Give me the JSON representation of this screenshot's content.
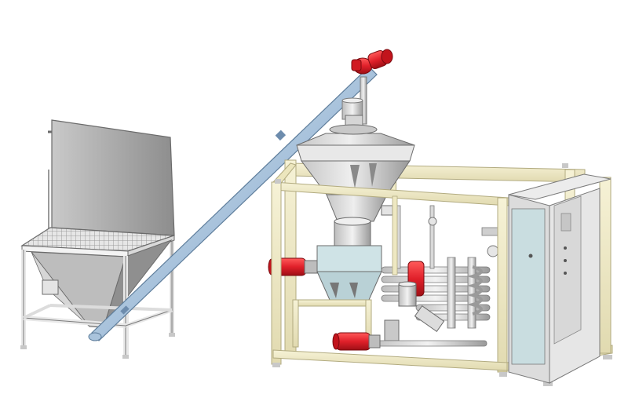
{
  "scene": {
    "background": "#ffffff",
    "colors": {
      "frame": "#f1ecc9",
      "frame_edge": "#b9b38a",
      "steel_light": "#e2e2e2",
      "steel_mid": "#bdbdbd",
      "steel_dark": "#8e8e8e",
      "auger_tube": "#a9c3dc",
      "motor_red": "#e0202a",
      "cabinet": "#dcdcdc",
      "cabinet_panel": "#c9dde0",
      "outline": "#6b6b6b"
    },
    "components": [
      {
        "id": "hopper-lid",
        "icon": "hopper-lid"
      },
      {
        "id": "hopper-grate",
        "icon": "grate"
      },
      {
        "id": "hopper-stand",
        "icon": "stand"
      },
      {
        "id": "inclined-screw-conveyor",
        "icon": "auger"
      },
      {
        "id": "conveyor-drive-motor",
        "icon": "motor"
      },
      {
        "id": "cone-mixing-tank",
        "icon": "tank"
      },
      {
        "id": "machine-frame",
        "icon": "frame"
      },
      {
        "id": "control-cabinet",
        "icon": "cabinet"
      },
      {
        "id": "tube-heat-exchanger",
        "icon": "heat-exchanger"
      },
      {
        "id": "pump-motors",
        "icon": "motor"
      }
    ]
  }
}
